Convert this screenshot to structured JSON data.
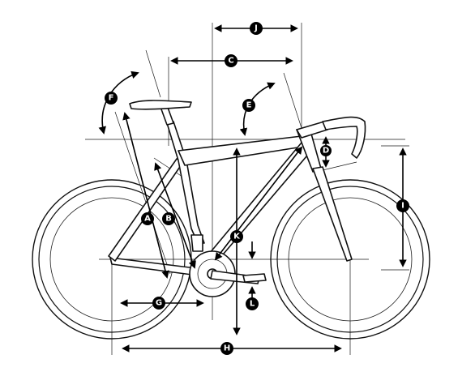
{
  "labels": {
    "A": "A",
    "B": "B",
    "C": "C",
    "D": "D",
    "E": "E",
    "F": "F",
    "G": "G",
    "H": "H",
    "I": "I",
    "J": "J",
    "K": "K",
    "L": "L"
  },
  "colors": {
    "line": "#111111",
    "badge": "#000000",
    "background": "#ffffff"
  }
}
